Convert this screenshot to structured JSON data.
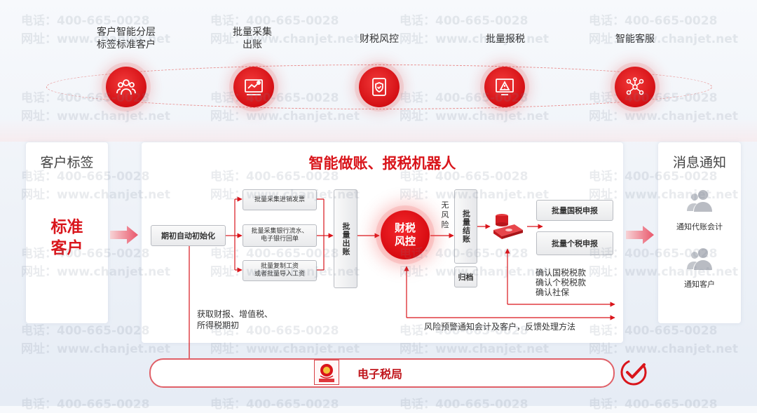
{
  "watermark": {
    "phone": "电话：400-665-0028",
    "site": "网址：www.chanjet.net"
  },
  "top_features": [
    {
      "label": "客户智能分层\n标签标准客户",
      "icon": "customer-group-icon"
    },
    {
      "label": "批量采集\n出账",
      "icon": "invoice-chart-icon"
    },
    {
      "label": "财税风控",
      "icon": "shield-document-icon"
    },
    {
      "label": "批量报税",
      "icon": "warning-monitor-icon"
    },
    {
      "label": "智能客服",
      "icon": "network-service-icon"
    }
  ],
  "left_panel": {
    "title": "客户标签",
    "content": "标准\n客户"
  },
  "center_panel": {
    "title": "智能做账、报税机器人",
    "init_box": "期初自动初始化",
    "collect_boxes": [
      "批量采集进销发票",
      "批量采集银行流水、\n电子银行回单",
      "批量复制工资\n或者批量导入工资"
    ],
    "batch_out": "批量出账",
    "risk_center": "财税\n风控",
    "no_risk": "无\n风\n险",
    "batch_close": "批量结账",
    "archive": "归档",
    "declare_national": "批量国税申报",
    "declare_personal": "批量个税申报",
    "confirm_text": "确认国税税款\n确认个税税款\n确认社保",
    "fetch_text": "获取财报、增值税、\n所得税期初",
    "feedback_text": "风险预警通知会计及客户，反馈处理方法"
  },
  "right_panel": {
    "title": "消息通知",
    "items": [
      "通知代账会计",
      "通知客户"
    ]
  },
  "bottom": {
    "tax_bureau": "电子税局",
    "emblem": "中国税务"
  },
  "colors": {
    "accent_red": "#d9151b",
    "box_border": "#b9bcc2",
    "line": "#d9151b"
  }
}
